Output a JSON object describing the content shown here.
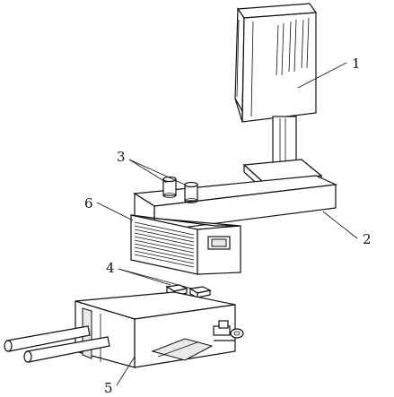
{
  "labels": [
    {
      "id": "1",
      "text": "1"
    },
    {
      "id": "2",
      "text": "2"
    },
    {
      "id": "3",
      "text": "3"
    },
    {
      "id": "4",
      "text": "4"
    },
    {
      "id": "5",
      "text": "5"
    },
    {
      "id": "6",
      "text": "6"
    }
  ],
  "colors": {
    "line": "#111111",
    "background": "#ffffff",
    "shade": "#e9e9e9"
  }
}
